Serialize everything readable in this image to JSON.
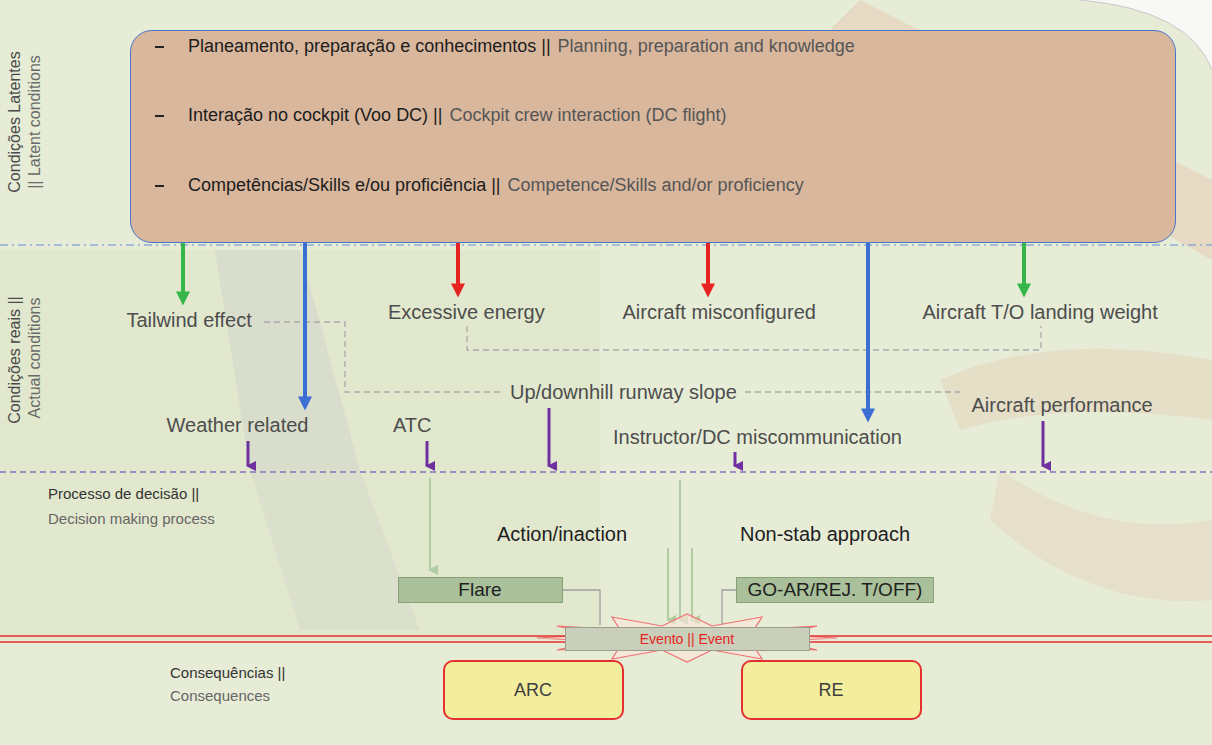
{
  "diagram": {
    "nodes": [
      {
        "text": [
          "Planeamento, preparação e conhecimentos ||",
          "Planning, preparation and knowledge",
          "Interação no cockpit (Voo DC) ||",
          "Cockpit crew interaction (DC flight)",
          "Competências/Skills e/ou proficiência ||",
          "Competence/Skills and/or proficiency"
        ]
      },
      {
        "text": [
          "Tailwind effect"
        ]
      },
      {
        "text": [
          "Excessive energy"
        ]
      },
      {
        "text": [
          "Aircraft misconfigured"
        ]
      },
      {
        "text": [
          "Aircraft T/O landing weight"
        ]
      },
      {
        "text": [
          "Up/downhill runway slope"
        ]
      },
      {
        "text": [
          "Weather related"
        ]
      },
      {
        "text": [
          "ATC"
        ]
      },
      {
        "text": [
          "Instructor/DC miscommunication"
        ]
      },
      {
        "text": [
          "Aircraft performance"
        ]
      },
      {
        "text": [
          "Action/inaction"
        ]
      },
      {
        "text": [
          "Non-stab approach"
        ]
      },
      {
        "text": [
          "Flare"
        ]
      },
      {
        "text": [
          "GO-AR/REJ. T/OFF)"
        ]
      },
      {
        "text": [
          "Evento || Event"
        ]
      },
      {
        "text": [
          "ARC"
        ]
      },
      {
        "text": [
          "RE"
        ]
      }
    ],
    "edges": [
      {
        "from": 0,
        "to": 1,
        "arrow": "to"
      },
      {
        "from": 0,
        "to": 6,
        "arrow": "to"
      },
      {
        "from": 0,
        "to": 2,
        "arrow": "to"
      },
      {
        "from": 0,
        "to": 3,
        "arrow": "to"
      },
      {
        "from": 0,
        "to": 8,
        "arrow": "to"
      },
      {
        "from": 0,
        "to": 4,
        "arrow": "to"
      }
    ],
    "labels": [
      "Condições Latentes",
      "|| Latent conditions",
      "Condições reais ||",
      "Actual conditions",
      "Processo de decisão ||",
      "Decision making process",
      "Consequências ||",
      "Consequences"
    ]
  }
}
